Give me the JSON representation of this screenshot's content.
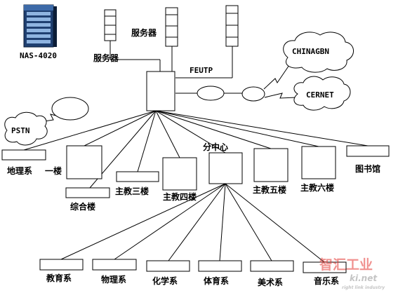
{
  "labels": {
    "nas": "NAS-4020",
    "server_left": "服务器",
    "server_mid": "服务器",
    "feutp": "FEUTP",
    "chinagbn": "CHINAGBN",
    "cernet": "CERNET",
    "pstn": "PSTN",
    "sub_center": "分中心",
    "geography": "地理系",
    "building_one": "一楼",
    "comprehensive": "综合楼",
    "main3": "主教三楼",
    "main4": "主教四楼",
    "main5": "主教五楼",
    "main6": "主教六楼",
    "library": "图书馆",
    "education": "教育系",
    "physics": "物理系",
    "chemistry": "化学系",
    "pe": "体育系",
    "art": "美术系",
    "music": "音乐系"
  },
  "watermark": {
    "brand": "智汇工业",
    "site": "ki.net",
    "tagline": "right link industry"
  }
}
